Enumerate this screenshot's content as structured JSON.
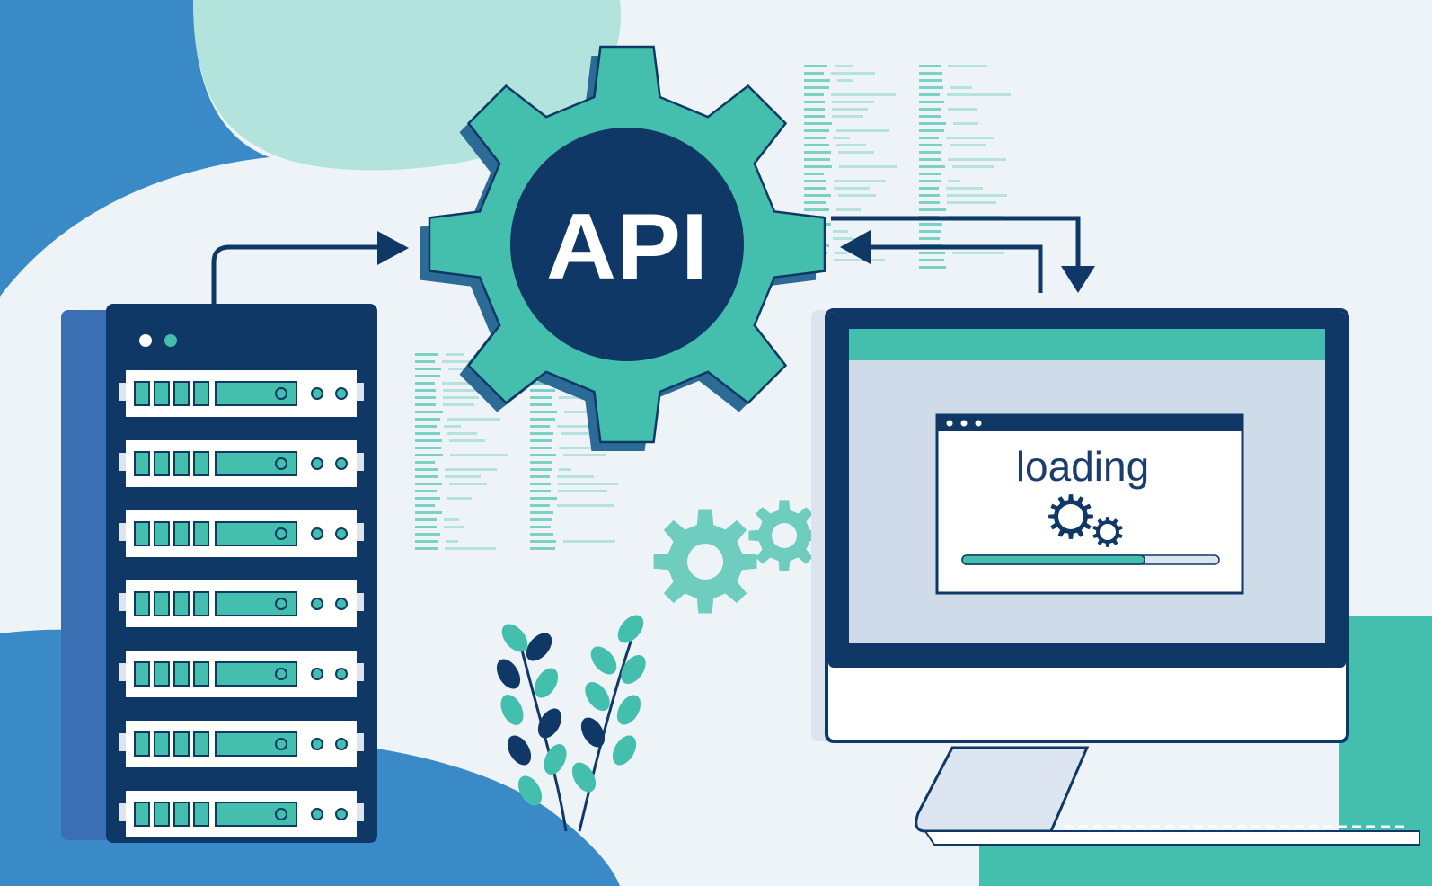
{
  "center": {
    "label": "API"
  },
  "browser_window": {
    "status_text": "loading",
    "progress": 0.71
  },
  "server": {
    "unit_count": 7
  },
  "colors": {
    "navy": "#0f3866",
    "teal": "#44bfae",
    "teal_light": "#6fcdbf",
    "blue": "#3a8ac7",
    "mint": "#b3e3dd",
    "background": "#eef3f8",
    "screen": "#cfdbe8"
  },
  "icons": [
    "server-rack-icon",
    "gear-icon",
    "monitor-icon",
    "plant-icon",
    "arrow-icon"
  ]
}
